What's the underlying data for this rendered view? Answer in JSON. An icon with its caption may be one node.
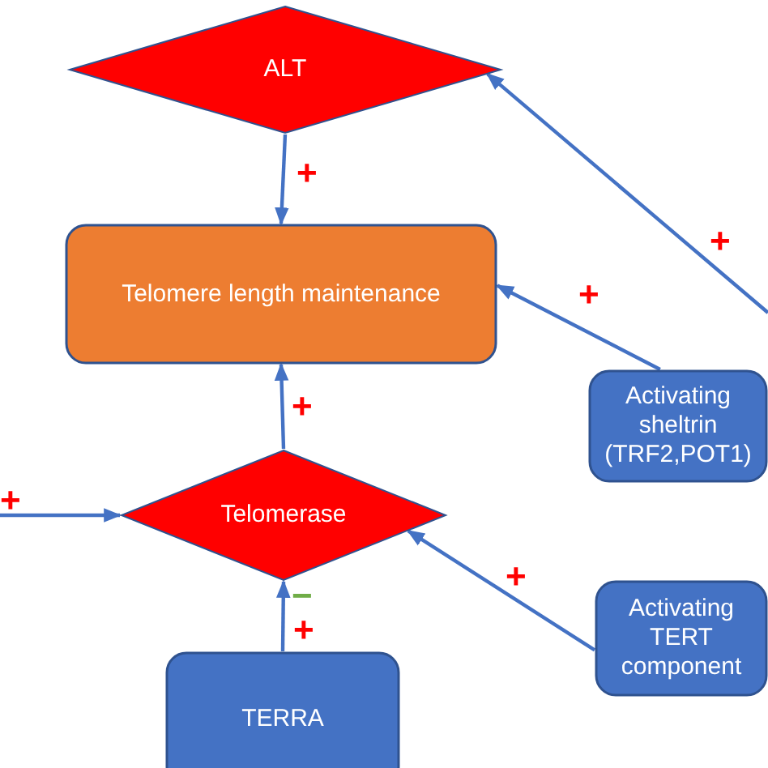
{
  "diagram": {
    "nodes": [
      {
        "text": [
          "ALT"
        ]
      },
      {
        "text": [
          "Telomere length maintenance"
        ]
      },
      {
        "text": [
          "Activating sheltrin (TRF2,POT1)"
        ]
      },
      {
        "text": [
          "Telomerase"
        ]
      },
      {
        "text": [
          "Activating TERT component"
        ]
      },
      {
        "text": [
          "TERRA"
        ]
      }
    ],
    "edges": [
      {
        "from": 0,
        "to": 1,
        "arrow": "to",
        "label": "+"
      },
      {
        "from": 3,
        "to": 1,
        "arrow": "to",
        "label": "+"
      },
      {
        "from": 2,
        "to": 1,
        "arrow": "to",
        "label": "+"
      },
      {
        "from": null,
        "to": 0,
        "arrow": "to",
        "label": "+"
      },
      {
        "from": null,
        "to": 3,
        "arrow": "to",
        "label": "+"
      },
      {
        "from": 4,
        "to": 3,
        "arrow": "to",
        "label": "+"
      },
      {
        "from": 5,
        "to": 3,
        "arrow": "to",
        "label": "+"
      }
    ],
    "labels": [
      "−"
    ]
  }
}
